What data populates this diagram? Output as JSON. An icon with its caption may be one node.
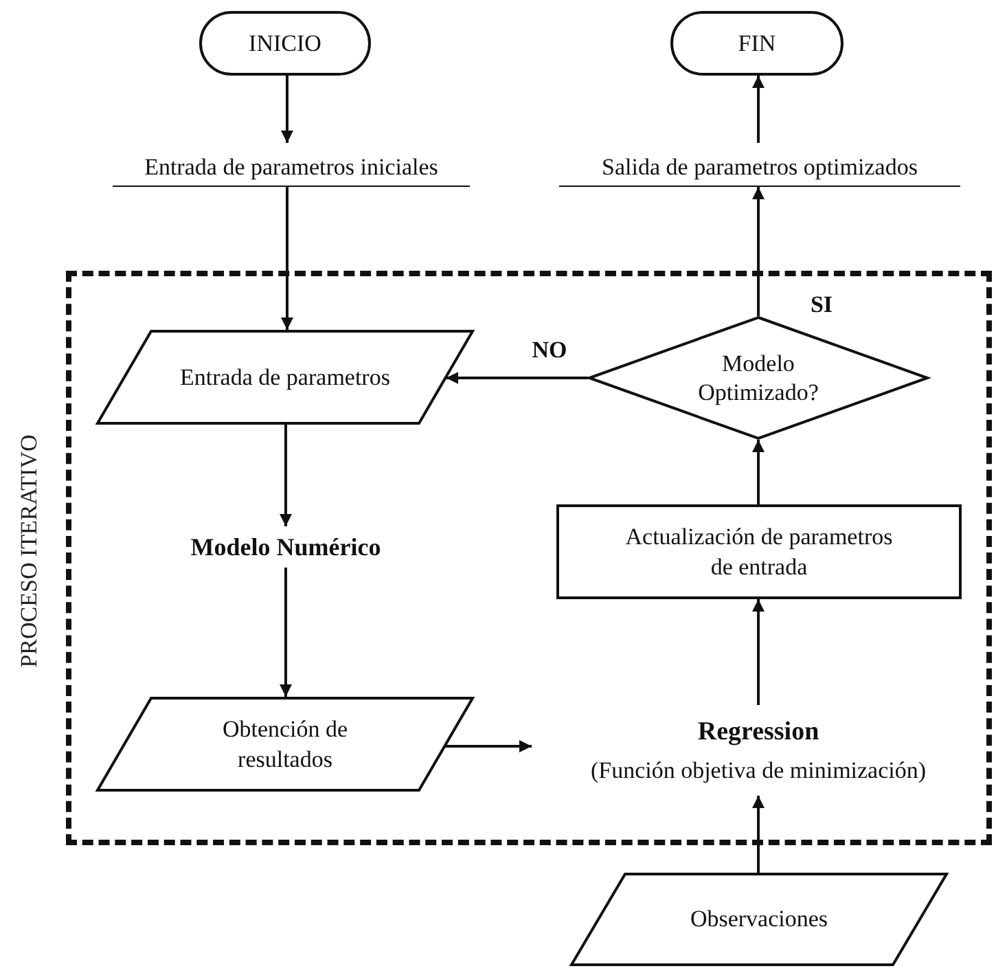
{
  "diagram": {
    "nodes": [
      {
        "text": [
          "INICIO"
        ]
      },
      {
        "text": [
          "FIN"
        ]
      },
      {
        "text": [
          "Entrada de parametros iniciales"
        ]
      },
      {
        "text": [
          "Salida de parametros optimizados"
        ]
      },
      {
        "text": [
          "PROCESO ITERATIVO"
        ]
      },
      {
        "text": [
          "Entrada de parametros"
        ],
        "in": 4
      },
      {
        "text": [
          "Modelo Optimizado?"
        ],
        "in": 4
      },
      {
        "text": [
          "Modelo Numérico"
        ],
        "in": 4
      },
      {
        "text": [
          "Actualización de parametros de entrada"
        ],
        "in": 4
      },
      {
        "text": [
          "Obtención de resultados"
        ],
        "in": 4
      },
      {
        "text": [
          "Regression",
          "(Función objetiva de minimización)"
        ],
        "in": 4
      },
      {
        "text": [
          "Observaciones"
        ]
      }
    ],
    "edges": [
      {
        "from": 0,
        "to": 2,
        "arrow": "to"
      },
      {
        "from": 2,
        "to": 5,
        "arrow": "to"
      },
      {
        "from": 6,
        "to": 5,
        "arrow": "to",
        "label": "NO"
      },
      {
        "from": 6,
        "to": 3,
        "arrow": "to",
        "label": "SI"
      },
      {
        "from": 3,
        "to": 1,
        "arrow": "to"
      },
      {
        "from": 5,
        "to": 7,
        "arrow": "to"
      },
      {
        "from": 7,
        "to": 9,
        "arrow": "to"
      },
      {
        "from": 9,
        "to": 10,
        "arrow": "to"
      },
      {
        "from": 10,
        "to": 8,
        "arrow": "to"
      },
      {
        "from": 8,
        "to": 6,
        "arrow": "to"
      },
      {
        "from": 11,
        "to": 10,
        "arrow": "to"
      }
    ]
  }
}
